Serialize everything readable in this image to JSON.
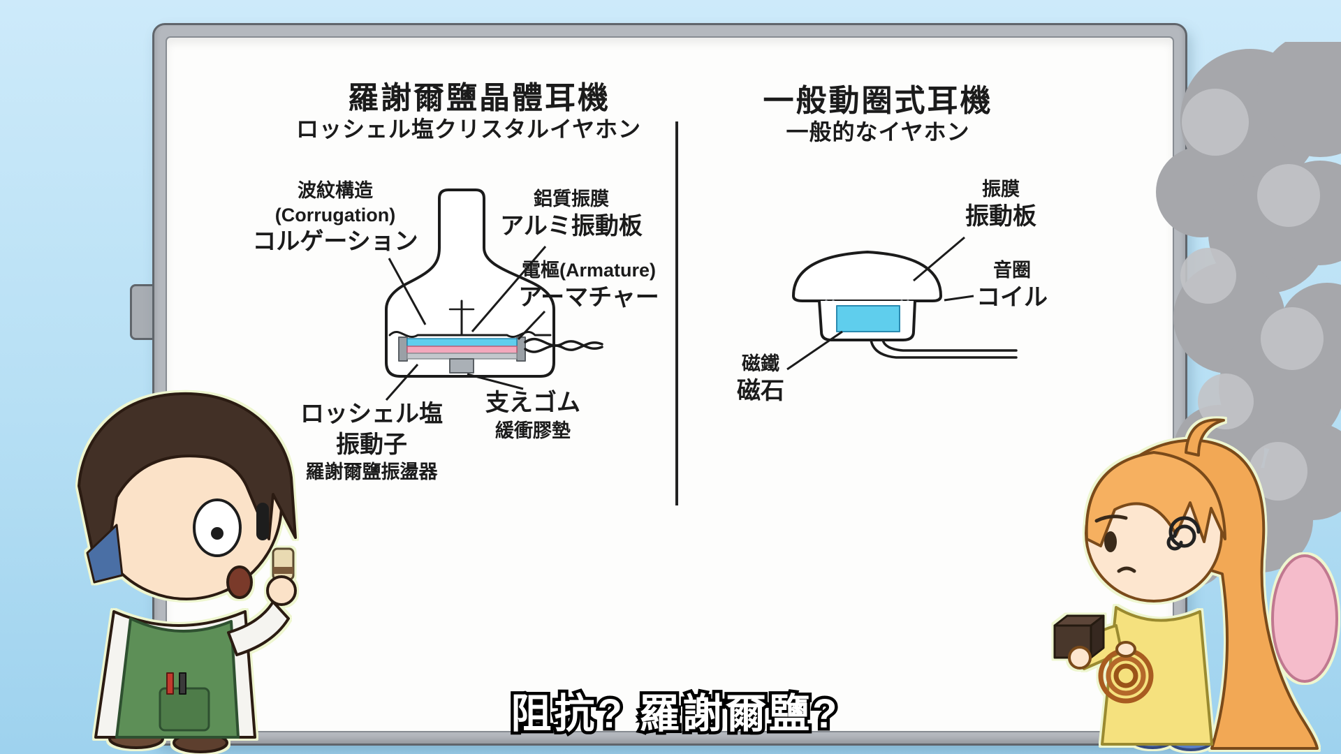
{
  "subtitle": "阻抗? 羅謝爾鹽?",
  "board": {
    "left": {
      "title_zh": "羅謝爾鹽晶體耳機",
      "title_ja": "ロッシェル塩クリスタルイヤホン",
      "corrugation": {
        "zh": "波紋構造",
        "en": "(Corrugation)",
        "ja": "コルゲーション"
      },
      "aluminum_diaphragm": {
        "zh": "鋁質振膜",
        "ja": "アルミ振動板"
      },
      "armature": {
        "zh": "電樞(Armature)",
        "ja": "アーマチャー"
      },
      "rochelle_element": {
        "ja_line1": "ロッシェル塩",
        "ja_line2": "振動子",
        "zh": "羅謝爾鹽振盪器"
      },
      "damper": {
        "ja": "支えゴム",
        "zh": "緩衝膠墊"
      }
    },
    "right": {
      "title_zh": "一般動圈式耳機",
      "title_ja": "一般的なイヤホン",
      "diaphragm": {
        "zh": "振膜",
        "ja": "振動板"
      },
      "coil": {
        "zh": "音圈",
        "ja": "コイル"
      },
      "magnet": {
        "zh": "磁鐵",
        "ja": "磁石"
      }
    }
  },
  "colors": {
    "sky-top": "#cdeafa",
    "sky-bottom": "#9ed2ee",
    "board-frame": "#b4b8be",
    "board-surface": "#fdfdfc",
    "marker-ink": "#1b1b1b",
    "crystal-cyan": "#5fceed",
    "crystal-pink": "#f3a8bc",
    "smoke-gray": "#a6a7ab",
    "subtitle-fill": "#ffffff",
    "subtitle-outline": "#000000"
  }
}
